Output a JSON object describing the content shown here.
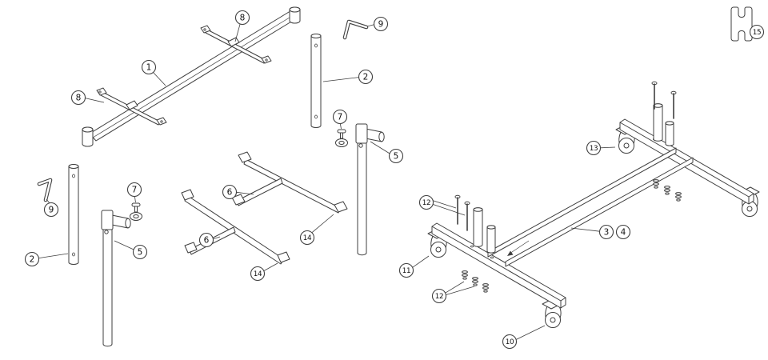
{
  "colors": {
    "ink": "#3f3f3f",
    "background": "#ffffff"
  },
  "diagram": {
    "type": "exploded-assembly-diagram",
    "callouts": [
      {
        "label": "8",
        "ref": "mounting-bracket-upper"
      },
      {
        "label": "9",
        "ref": "hex-key-top"
      },
      {
        "label": "1",
        "ref": "crossbeam"
      },
      {
        "label": "2",
        "ref": "upright-tube-right"
      },
      {
        "label": "8",
        "ref": "mounting-bracket-lower"
      },
      {
        "label": "7",
        "ref": "clamp-right"
      },
      {
        "label": "5",
        "ref": "leg-right"
      },
      {
        "label": "9",
        "ref": "hex-key-left"
      },
      {
        "label": "7",
        "ref": "clamp-left"
      },
      {
        "label": "2",
        "ref": "upright-tube-left"
      },
      {
        "label": "5",
        "ref": "leg-left"
      },
      {
        "label": "6",
        "ref": "t-bar-upper"
      },
      {
        "label": "6",
        "ref": "t-bar-lower"
      },
      {
        "label": "14",
        "ref": "end-cap-upper"
      },
      {
        "label": "14",
        "ref": "end-cap-lower"
      },
      {
        "label": "13",
        "ref": "caster-top"
      },
      {
        "label": "3",
        "ref": "base-frame"
      },
      {
        "label": "4",
        "ref": "base-frame"
      },
      {
        "label": "12",
        "ref": "bolt-set-upper"
      },
      {
        "label": "11",
        "ref": "caster-left"
      },
      {
        "label": "12",
        "ref": "washer-set-lower"
      },
      {
        "label": "10",
        "ref": "caster-bottom"
      },
      {
        "label": "15",
        "ref": "channel-clip"
      }
    ]
  }
}
